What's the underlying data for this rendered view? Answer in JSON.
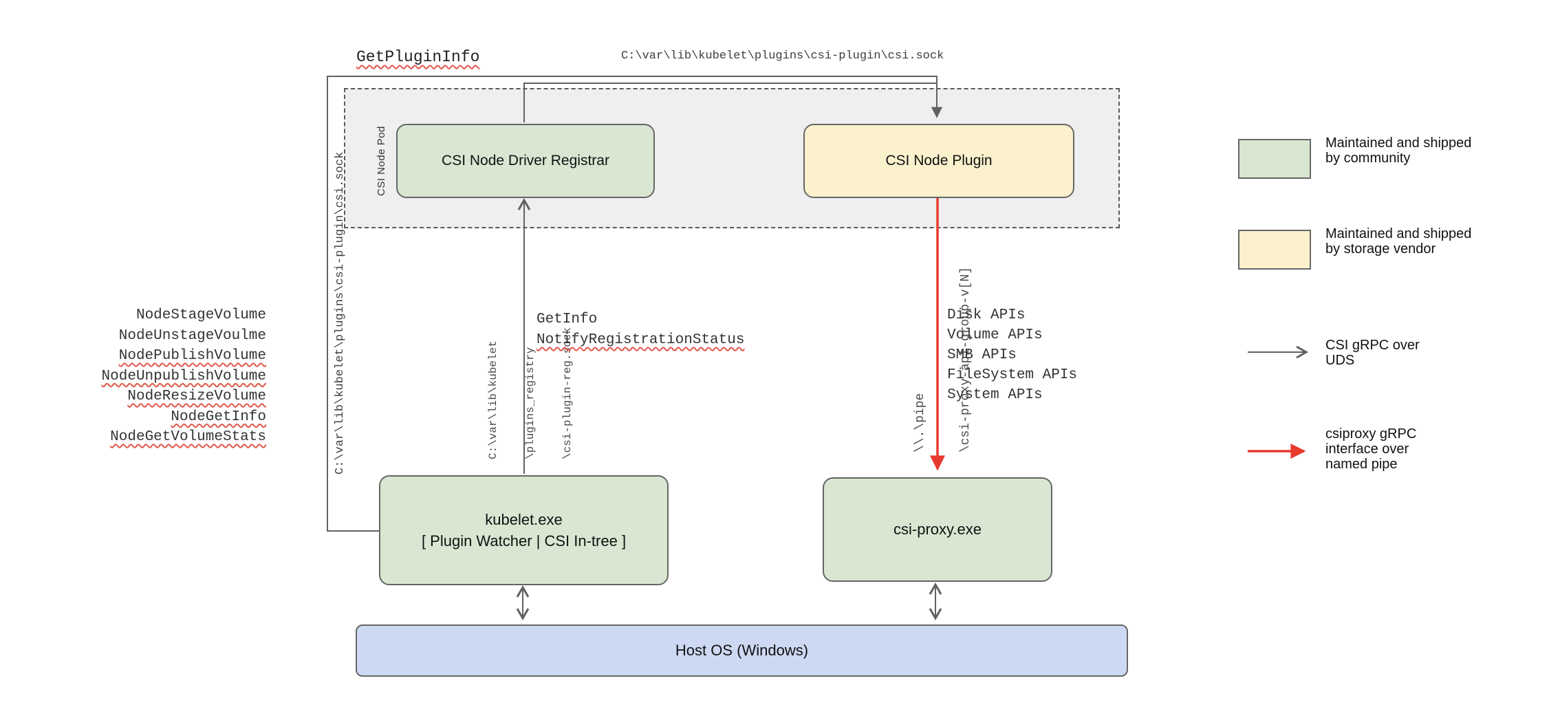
{
  "nodes": {
    "pod_label": "CSI Node Pod",
    "registrar": "CSI Node Driver Registrar",
    "plugin": "CSI Node Plugin",
    "kubelet_line1": "kubelet.exe",
    "kubelet_line2": "[ Plugin Watcher | CSI In-tree ]",
    "csi_proxy": "csi-proxy.exe",
    "host_os": "Host OS (Windows)"
  },
  "edges": {
    "get_plugin_info": "GetPluginInfo",
    "csi_sock_path_top": "C:\\var\\lib\\kubelet\\plugins\\csi-plugin\\csi.sock",
    "csi_sock_path_left": "C:\\var\\lib\\kubelet\\plugins\\csi-plugin\\csi.sock",
    "node_calls": [
      "NodeStageVolume",
      "NodeUnstageVoulme",
      "NodePublishVolume",
      "NodeUnpublishVolume",
      "NodeResizeVolume",
      "NodeGetInfo",
      "NodeGetVolumeStats"
    ],
    "registration": {
      "path_lines": [
        "C:\\var\\lib\\kubelet",
        "\\plugins_registry",
        "\\csi-plugin-reg.sock"
      ],
      "get_info": "GetInfo",
      "notify": "NotifyRegistrationStatus"
    },
    "named_pipe": {
      "pipe_lines": [
        "\\\\.\\pipe",
        "\\csi-proxy-api-group-v[N]"
      ],
      "apis": [
        "Disk APIs",
        "Volume APIs",
        "SMB APIs",
        "FileSystem APIs",
        "System APIs"
      ]
    }
  },
  "legend": {
    "community": {
      "lines": [
        "Maintained and shipped",
        "by community"
      ]
    },
    "vendor": {
      "lines": [
        "Maintained and shipped",
        "by storage vendor"
      ]
    },
    "uds": {
      "lines": [
        "CSI gRPC over",
        "UDS"
      ]
    },
    "namedpipe": {
      "lines": [
        "csiproxy gRPC",
        "interface over",
        "named pipe"
      ]
    }
  },
  "colors": {
    "community_green": "#d9e7d2",
    "vendor_yellow": "#fbf1cd",
    "host_blue": "#cdd9f2",
    "pod_gray": "#efefef",
    "line_gray": "#616161",
    "pipe_red": "#e83a2c",
    "squiggle_red": "#e2574c"
  }
}
